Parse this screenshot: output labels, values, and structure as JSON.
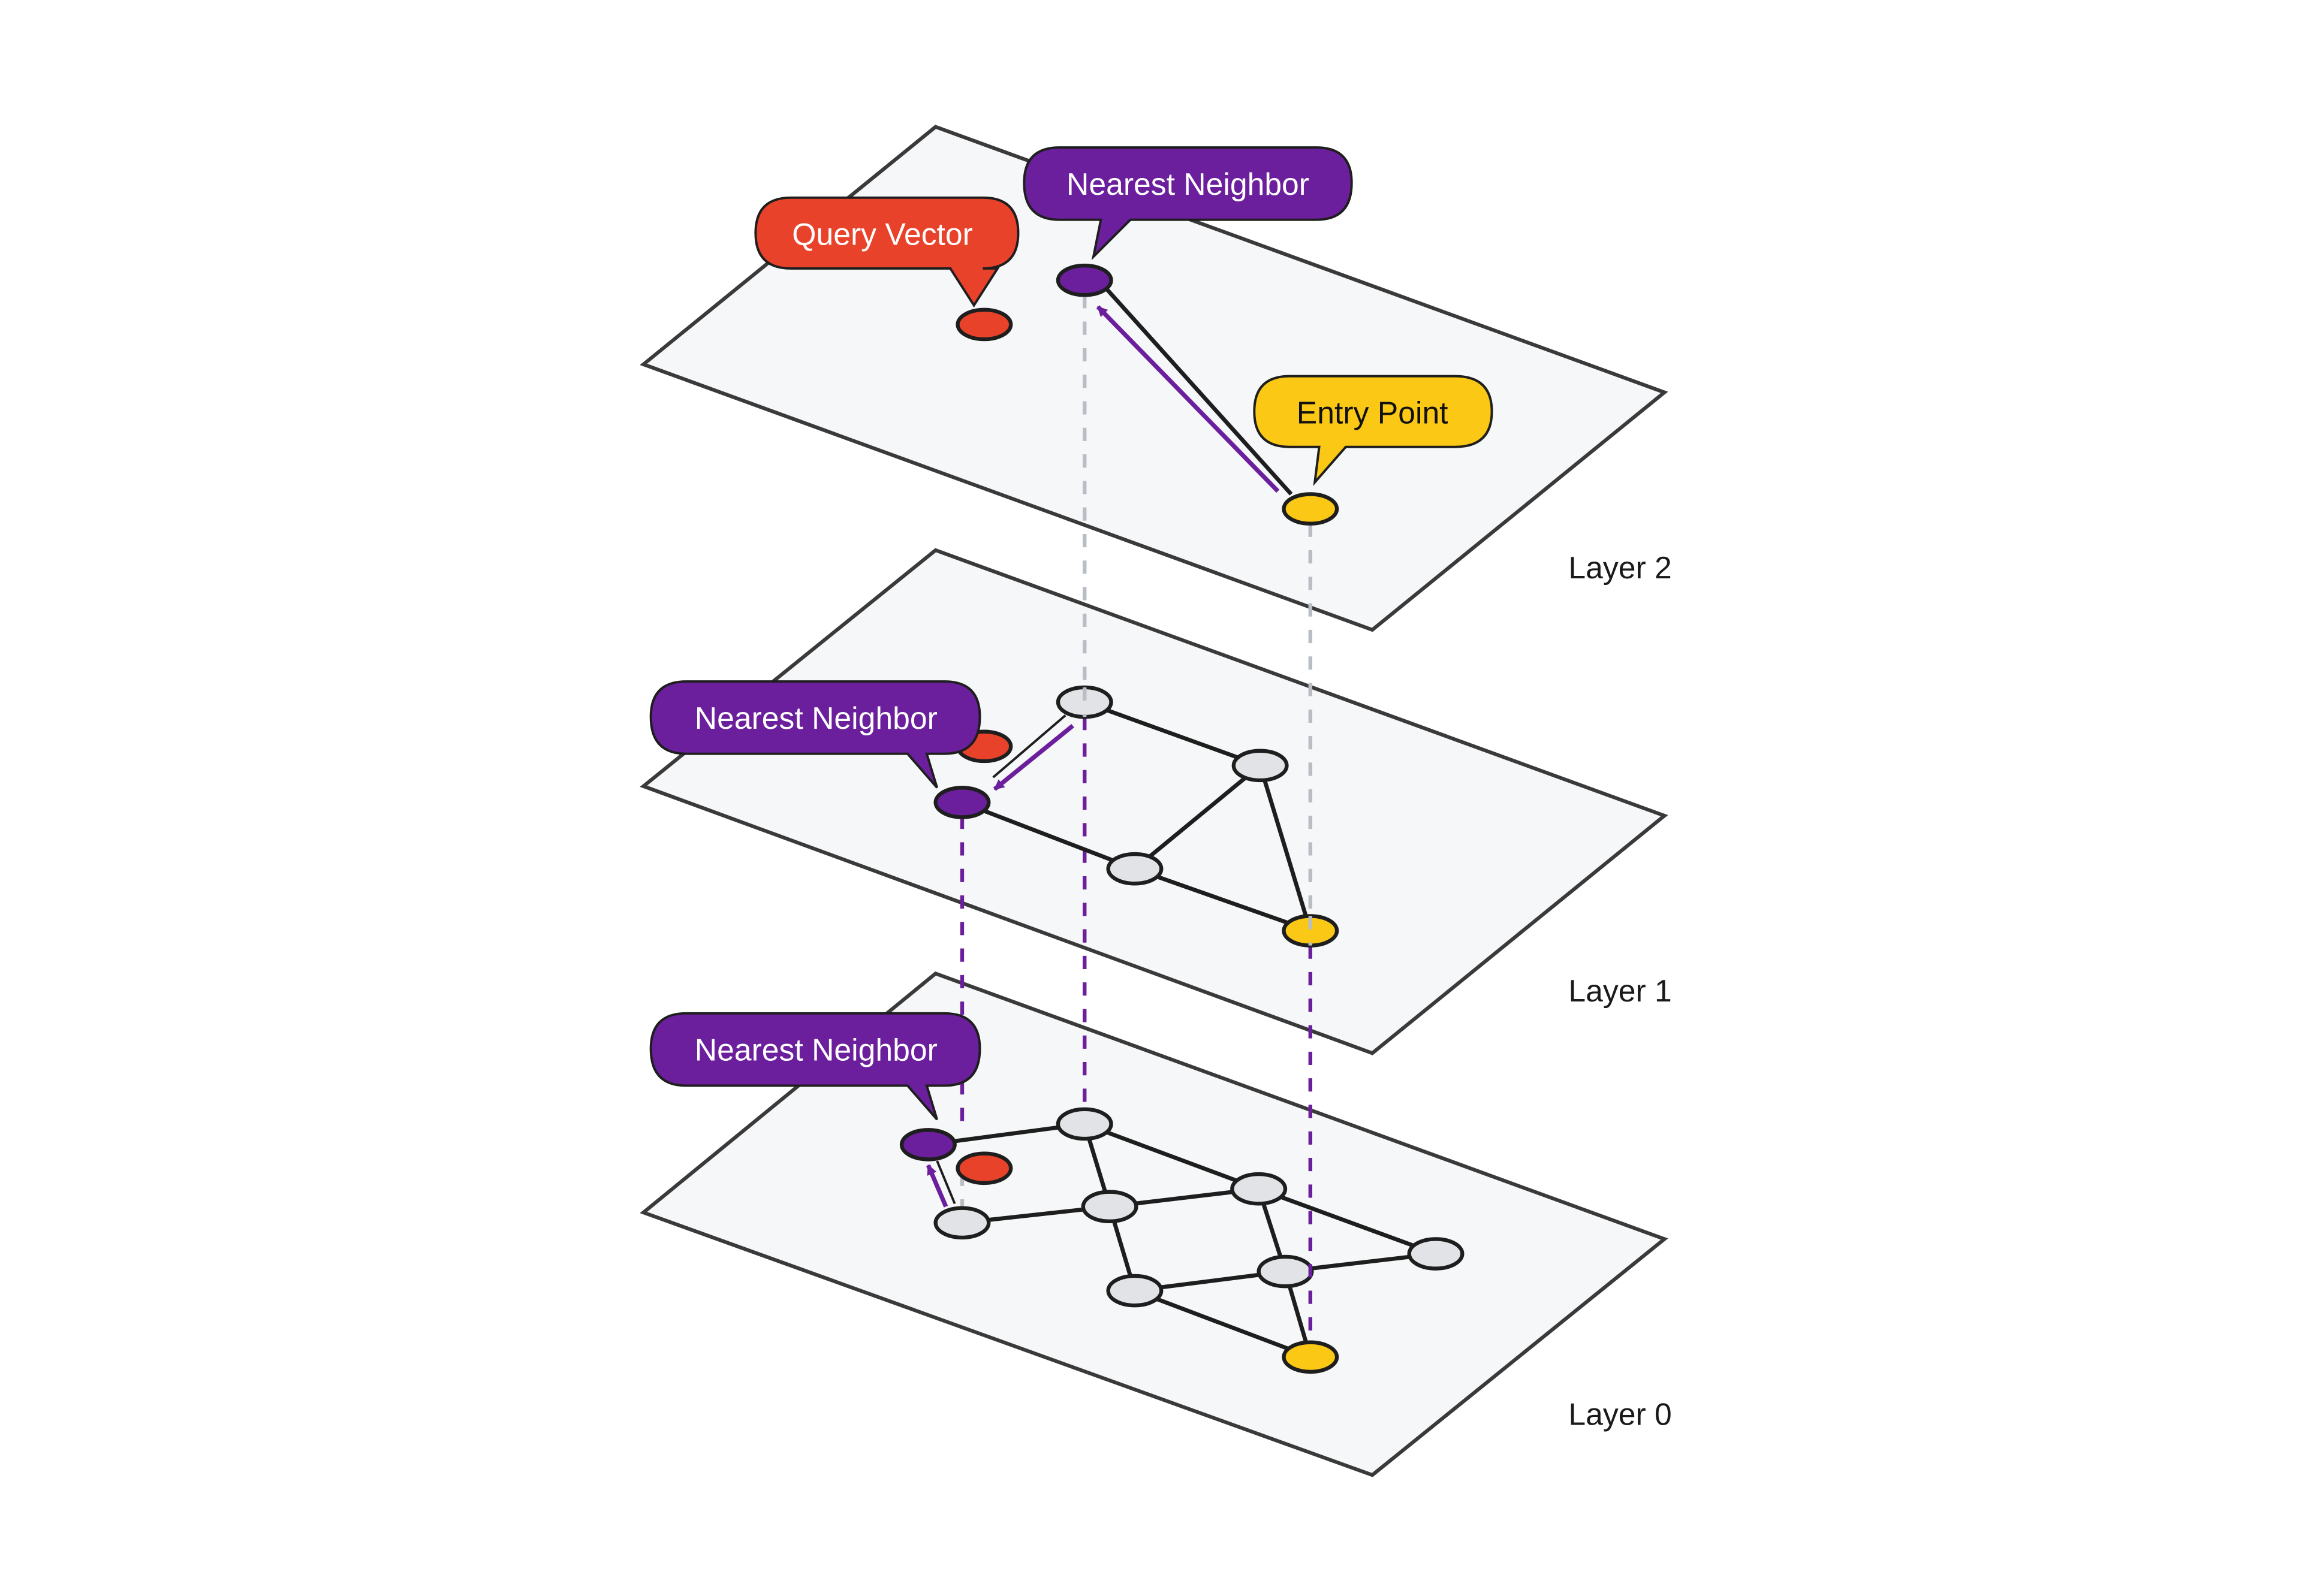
{
  "colors": {
    "query": "#e8432a",
    "nearest": "#6b1f9c",
    "entry": "#fbc816",
    "node": "#e1e3e6",
    "guide_gray": "#b9bec4"
  },
  "labels": {
    "query_vector": "Query Vector",
    "nearest_neighbor": "Nearest Neighbor",
    "entry_point": "Entry Point"
  },
  "layers": [
    {
      "name": "Layer 2"
    },
    {
      "name": "Layer 1"
    },
    {
      "name": "Layer 0"
    }
  ]
}
